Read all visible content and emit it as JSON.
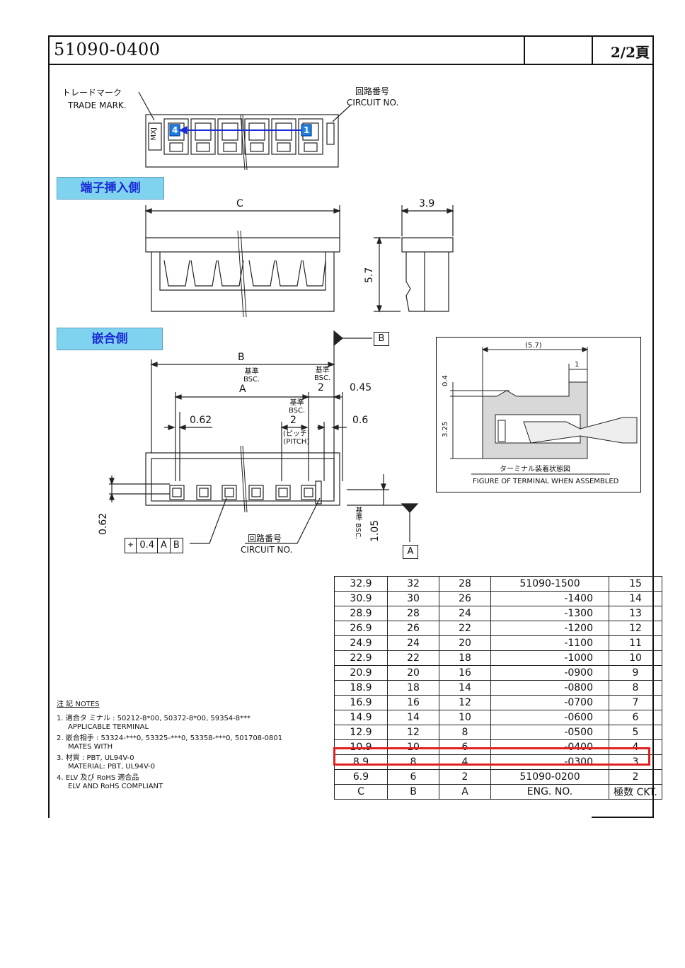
{
  "header": {
    "part_no": "51090-0400",
    "page": "2/2頁"
  },
  "views": {
    "trade_mark_jp": "トレードマーク",
    "trade_mark_en": "TRADE MARK.",
    "circuit_no_jp": "回路番号",
    "circuit_no_en": "CIRCUIT NO.",
    "brand": "MXJ",
    "pin_first": "1",
    "pin_last": "4",
    "insertion_side": "端子挿入側",
    "mating_side": "嵌合側"
  },
  "dims": {
    "c": "C",
    "b": "B",
    "a": "A",
    "w39": "3.9",
    "h57": "5.7",
    "d045": "0.45",
    "d062": "0.62",
    "d06": "0.6",
    "pitch": "2",
    "pitch_jp": "(ピッチ)",
    "pitch_en": "(PITCH)",
    "bsc_jp": "基準",
    "bsc_en": "BSC.",
    "d2": "2",
    "v062": "0.62",
    "v105": "1.05",
    "datum_a": "A",
    "datum_b": "B",
    "gdt_symbol": "⌖",
    "gdt_tol": "0.4",
    "gdt_a": "A",
    "gdt_b": "B"
  },
  "figure": {
    "caption_jp": "ターミナル装着状態図",
    "caption_en": "FIGURE OF TERMINAL WHEN ASSEMBLED",
    "d57": "(5.7)",
    "d1": "1",
    "d04": "0.4",
    "d325": "3.25"
  },
  "notes": {
    "title": "注 記 NOTES",
    "n1": "1. 適合タ ミナル : 50212-8*00, 50372-8*00, 59354-8***",
    "n1b": "APPLICABLE TERMINAL",
    "n2": "2. 嵌合相手 : 53324-***0, 53325-***0, 53358-***0, 501708-0801",
    "n2b": "MATES WITH",
    "n3": "3. 材質 : PBT, UL94V-0",
    "n3b": "MATERIAL: PBT, UL94V-0",
    "n4": "4. ELV 及び RoHS 適合品",
    "n4b": "ELV AND RoHS COMPLIANT"
  },
  "table": {
    "rows": [
      [
        "32.9",
        "32",
        "28",
        "51090-1500",
        "15"
      ],
      [
        "30.9",
        "30",
        "26",
        "-1400",
        "14"
      ],
      [
        "28.9",
        "28",
        "24",
        "-1300",
        "13"
      ],
      [
        "26.9",
        "26",
        "22",
        "-1200",
        "12"
      ],
      [
        "24.9",
        "24",
        "20",
        "-1100",
        "11"
      ],
      [
        "22.9",
        "22",
        "18",
        "-1000",
        "10"
      ],
      [
        "20.9",
        "20",
        "16",
        "-0900",
        "9"
      ],
      [
        "18.9",
        "18",
        "14",
        "-0800",
        "8"
      ],
      [
        "16.9",
        "16",
        "12",
        "-0700",
        "7"
      ],
      [
        "14.9",
        "14",
        "10",
        "-0600",
        "6"
      ],
      [
        "12.9",
        "12",
        "8",
        "-0500",
        "5"
      ],
      [
        "10.9",
        "10",
        "6",
        "-0400",
        "4"
      ],
      [
        "8.9",
        "8",
        "4",
        "-0300",
        "3"
      ],
      [
        "6.9",
        "6",
        "2",
        "51090-0200",
        "2"
      ]
    ],
    "head": [
      "C",
      "B",
      "A",
      "ENG. NO.",
      "極数 CKT."
    ]
  },
  "colors": {
    "highlight": "#e02020",
    "tag_bg": "#7fd3ef",
    "tag_text": "#1a2bd6",
    "pin_blue": "#1f7fe0"
  }
}
